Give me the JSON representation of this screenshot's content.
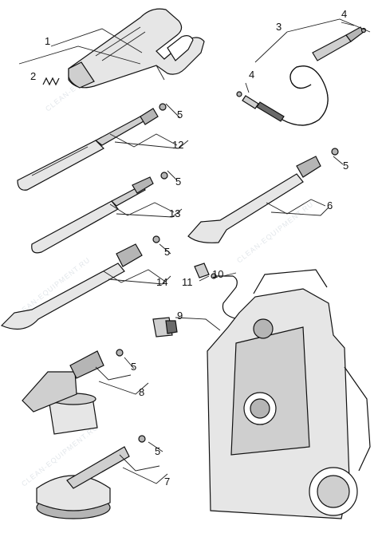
{
  "callouts": [
    {
      "key": "c1",
      "text": "1"
    },
    {
      "key": "c2",
      "text": "2"
    },
    {
      "key": "c3",
      "text": "3"
    },
    {
      "key": "c4a",
      "text": "4"
    },
    {
      "key": "c4b",
      "text": "4"
    },
    {
      "key": "c5a",
      "text": "5"
    },
    {
      "key": "c5b",
      "text": "5"
    },
    {
      "key": "c5c",
      "text": "5"
    },
    {
      "key": "c5d",
      "text": "5"
    },
    {
      "key": "c5e",
      "text": "5"
    },
    {
      "key": "c5f",
      "text": "5"
    },
    {
      "key": "c6",
      "text": "6"
    },
    {
      "key": "c7",
      "text": "7"
    },
    {
      "key": "c8",
      "text": "8"
    },
    {
      "key": "c9",
      "text": "9"
    },
    {
      "key": "c10",
      "text": "10"
    },
    {
      "key": "c11",
      "text": "11"
    },
    {
      "key": "c12",
      "text": "12"
    },
    {
      "key": "c13",
      "text": "13"
    },
    {
      "key": "c14",
      "text": "14"
    }
  ],
  "watermark": "CLEAN-EQUIPMENT.RU"
}
